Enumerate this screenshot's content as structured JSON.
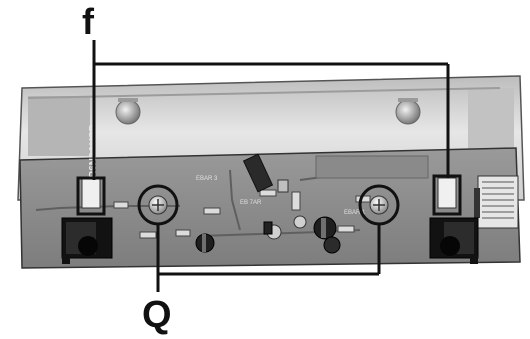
{
  "callouts": {
    "f": "f",
    "q": "Q"
  },
  "colors": {
    "background": "#ffffff",
    "chassis": "#d9d9d9",
    "pcb": "#8e8e8e",
    "ink": "#111111"
  },
  "board_markings": [
    "R6N2AUSP",
    "EBAR 3",
    "EB 7AR",
    "EBAR 1"
  ]
}
